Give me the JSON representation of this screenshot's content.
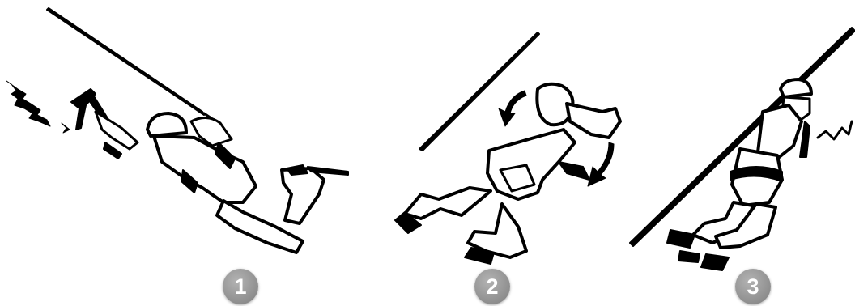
{
  "steps": [
    {
      "number": "1"
    },
    {
      "number": "2"
    },
    {
      "number": "3"
    }
  ],
  "colors": {
    "ink": "#000000",
    "badge": "#9a9a9a",
    "badge_text": "#ffffff",
    "background": "#ffffff"
  }
}
